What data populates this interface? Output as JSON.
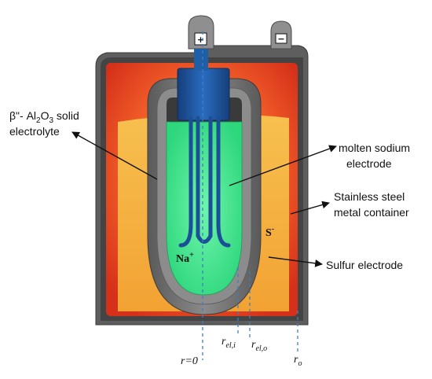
{
  "labels": {
    "electrolyte_line1": "β\"- Al",
    "electrolyte_sub1": "2",
    "electrolyte_mid": "O",
    "electrolyte_sub2": "3",
    "electrolyte_tail": " solid",
    "electrolyte_line2": "electrolyte",
    "sodium_line1": "molten sodium",
    "sodium_line2": "electrode",
    "container_line1": "Stainless steel",
    "container_line2": "metal container",
    "sulfur": "Sulfur electrode",
    "sulfur_ion": "S",
    "sulfur_ion_sup": "-",
    "sodium_ion": "Na",
    "sodium_ion_sup": "+"
  },
  "radii": {
    "r0": "r=0",
    "r_eli_main": "r",
    "r_eli_sub": "el,i",
    "r_elo_main": "r",
    "r_elo_sub": "el,o",
    "ro_main": "r",
    "ro_sub": "o"
  },
  "terminals": {
    "positive": "+",
    "negative": "−"
  },
  "colors": {
    "container_wall": "#5c5c5c",
    "outer_red": "#e03a1a",
    "sulfur_orange": "#f2a93b",
    "electrolyte_gray": "#6b6b6b",
    "sodium_green": "#3fe08a",
    "collector_blue": "#1f5fa8",
    "dashed_line": "#3b7fc4"
  }
}
